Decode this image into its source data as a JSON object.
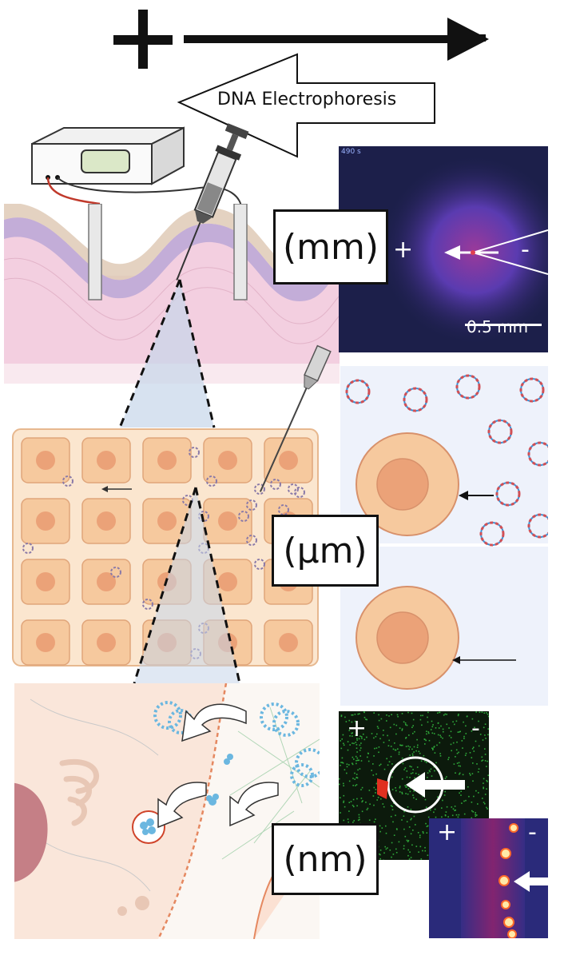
{
  "polarity": {
    "plus": "+",
    "minus": "-"
  },
  "process_label": "DNA Electrophoresis",
  "scale_labels": {
    "mm": "(mm)",
    "um": "(µm)",
    "nm": "(nm)"
  },
  "mm_panel": {
    "timestamp": "490 s",
    "plus": "+",
    "minus": "-",
    "scalebar": "0.5 mm"
  },
  "nm_panels": {
    "top": {
      "plus": "+",
      "minus": "-"
    },
    "bottom": {
      "plus": "+",
      "minus": "-"
    }
  },
  "colors": {
    "skin_pink": "#f3cfe0",
    "cell_orange": "#f6caa0",
    "nucleus": "#e9a07a",
    "dna_blue": "#6bb7e0",
    "mm_bg": "#1c1f4a",
    "nm_green_bg": "#0c1a0c",
    "nm_purple_bg": "#2a2a7a"
  }
}
